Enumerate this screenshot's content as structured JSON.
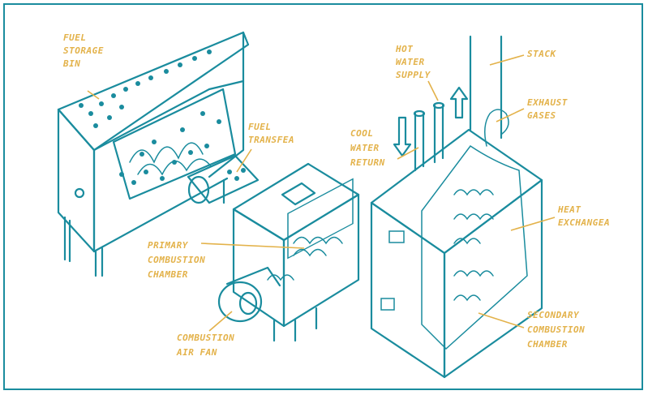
{
  "labels": {
    "fuel_storage_bin": [
      "FUEL",
      "STORAGE",
      "BIN"
    ],
    "fuel_transfer": [
      "FUEL",
      "TRANSFEA"
    ],
    "hot_water_supply": [
      "HOT",
      "WATER",
      "SUPPLY"
    ],
    "stack": [
      "STACK"
    ],
    "exhaust_gases": [
      "EXHAUST",
      "GASES"
    ],
    "cool_water_return": [
      "COOL",
      "WATER",
      "RETURN"
    ],
    "heat_exchanger": [
      "HEAT",
      "EXCHANGEA"
    ],
    "primary_combustion_chamber": [
      "PRIMARY",
      "COMBUSTION",
      "CHAMBER"
    ],
    "combustion_air_fan": [
      "COMBUSTION",
      "AIR FAN"
    ],
    "secondary_combustion_chamber": [
      "SECONDARY",
      "COMBUSTION",
      "CHAMBER"
    ]
  },
  "colors": {
    "line": "#1a8c9e",
    "label": "#e3b24a",
    "frame": "#1a8c9e"
  }
}
